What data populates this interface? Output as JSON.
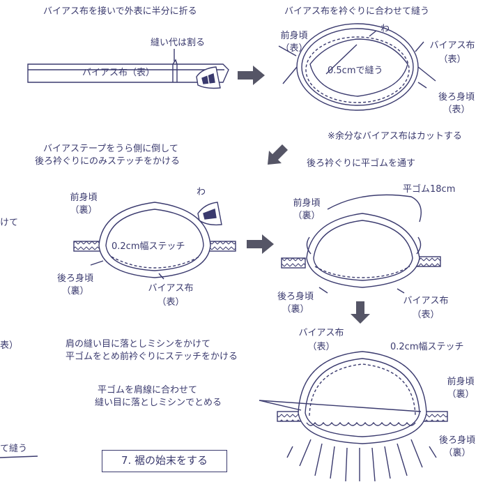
{
  "step1": {
    "caption": "バイアス布を接いで外表に半分に折る",
    "seam_note": "縫い代は割る",
    "bias_label": "バイアス布（表）"
  },
  "step2": {
    "caption": "バイアス布を衿ぐりに合わせて縫う",
    "front_line1": "前身頃",
    "front_line2": "（表）",
    "wa": "わ",
    "bias_line1": "バイアス布",
    "bias_line2": "（表）",
    "sew_note": "0.5cmで縫う",
    "back_line1": "後ろ身頃",
    "back_line2": "（表）",
    "cut_note": "※余分なバイアス布はカットする"
  },
  "step3": {
    "caption_line1": "バイアステープをうら側に倒して",
    "caption_line2": "後ろ衿ぐりにのみステッチをかける",
    "front_line1": "前身頃",
    "front_line2": "（裏）",
    "wa": "わ",
    "stitch_note": "0.2cm幅ステッチ",
    "back_line1": "後ろ身頃",
    "back_line2": "（裏）",
    "bias_line1": "バイアス布",
    "bias_line2": "（表）"
  },
  "step4": {
    "caption": "後ろ衿ぐりに平ゴムを通す",
    "elastic_note": "平ゴム18cm",
    "front_line1": "前身頃",
    "front_line2": "（裏）",
    "back_line1": "後ろ身頃",
    "back_line2": "（裏）",
    "bias_line1": "バイアス布",
    "bias_line2": "（表）"
  },
  "step5": {
    "caption_line1": "肩の縫い目に落としミシンをかけて",
    "caption_line2": "平ゴムをとめ前衿ぐりにステッチをかける",
    "elastic_line1": "平ゴムを肩線に合わせて",
    "elastic_line2": "縫い目に落としミシンでとめる",
    "bias_line1": "バイアス布",
    "bias_line2": "（表）",
    "stitch_note": "0.2cm幅ステッチ",
    "front_line1": "前身頃",
    "front_line2": "（裏）",
    "back_line1": "後ろ身頃",
    "back_line2": "（裏）"
  },
  "edge_fragments": {
    "left1": "けて",
    "left2": "表）",
    "left3": "て縫う"
  },
  "section_box": "7. 裾の始末をする",
  "colors": {
    "ink": "#3a3a6e",
    "arrow": "#555566"
  }
}
